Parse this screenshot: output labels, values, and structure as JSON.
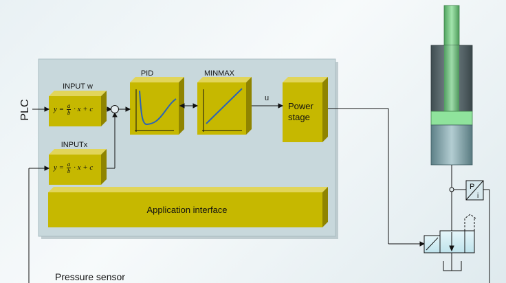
{
  "labels": {
    "plc": "PLC",
    "input_w": "INPUT w",
    "input_x": "INPUTx",
    "pid": "PID",
    "minmax": "MINMAX",
    "u": "u",
    "power_stage_line1": "Power",
    "power_stage_line2": "stage",
    "application_interface": "Application interface",
    "pressure_sensor": "Pressure sensor",
    "sensor_p": "P",
    "sensor_i": "i"
  },
  "formula": {
    "lhs": "y =",
    "num": "a",
    "den": "b",
    "rhs": "· x + c"
  },
  "colors": {
    "block_front": "#c6b800",
    "block_top": "#e1d55a",
    "block_side": "#8f8400",
    "panel": "#c5d6db",
    "curve": "#2a63b8",
    "rod": "#7ccf8a",
    "piston_band": "#8fe39c",
    "cylinder_dark": "#4a5a5e"
  }
}
